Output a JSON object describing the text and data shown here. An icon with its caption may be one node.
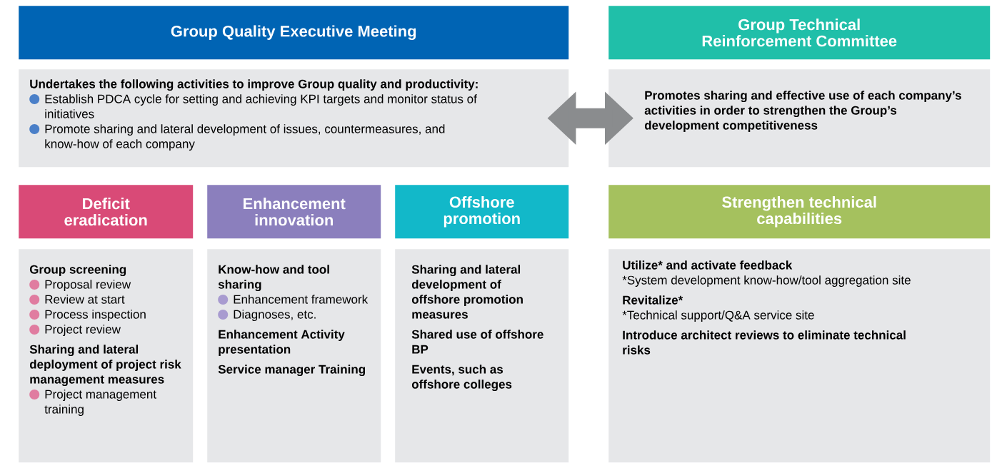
{
  "diagram": {
    "nodes": [
      {
        "text": [
          "Group Quality Executive Meeting"
        ]
      },
      {
        "text": [
          "Undertakes the following activities to improve Group quality and productivity:",
          "Establish PDCA cycle for setting and achieving KPI targets and monitor status of initiatives",
          "Promote sharing and lateral development of issues, countermeasures, and know-how of each company"
        ]
      },
      {
        "text": [
          "Group Technical Reinforcement Committee"
        ]
      },
      {
        "text": [
          "Promotes sharing and effective use of each company’s activities in order to strengthen the Group’s development competitiveness"
        ]
      },
      {
        "text": [
          "Deficit eradication"
        ]
      },
      {
        "text": [
          "Group screening",
          "Proposal review",
          "Review at start",
          "Process inspection",
          "Project review",
          "Sharing and lateral deployment of project risk management measures",
          "Project management training"
        ]
      },
      {
        "text": [
          "Enhancement innovation"
        ]
      },
      {
        "text": [
          "Know-how and tool sharing",
          "Enhancement framework",
          "Diagnoses, etc.",
          "Enhancement Activity presentation",
          "Service manager Training"
        ]
      },
      {
        "text": [
          "Offshore promotion"
        ]
      },
      {
        "text": [
          "Sharing and lateral development of offshore promotion measures",
          "Shared use of offshore BP",
          "Events, such as offshore colleges"
        ]
      },
      {
        "text": [
          "Strengthen technical capabilities"
        ]
      },
      {
        "text": [
          "Utilize* and activate feedback",
          "*System development know-how/tool aggregation site",
          "Revitalize*",
          "*Technical support/Q&A service site",
          "Introduce architect reviews to eliminate technical risks"
        ]
      }
    ],
    "edges": [
      {
        "from": 1,
        "to": 3,
        "arrow": "both"
      }
    ]
  }
}
